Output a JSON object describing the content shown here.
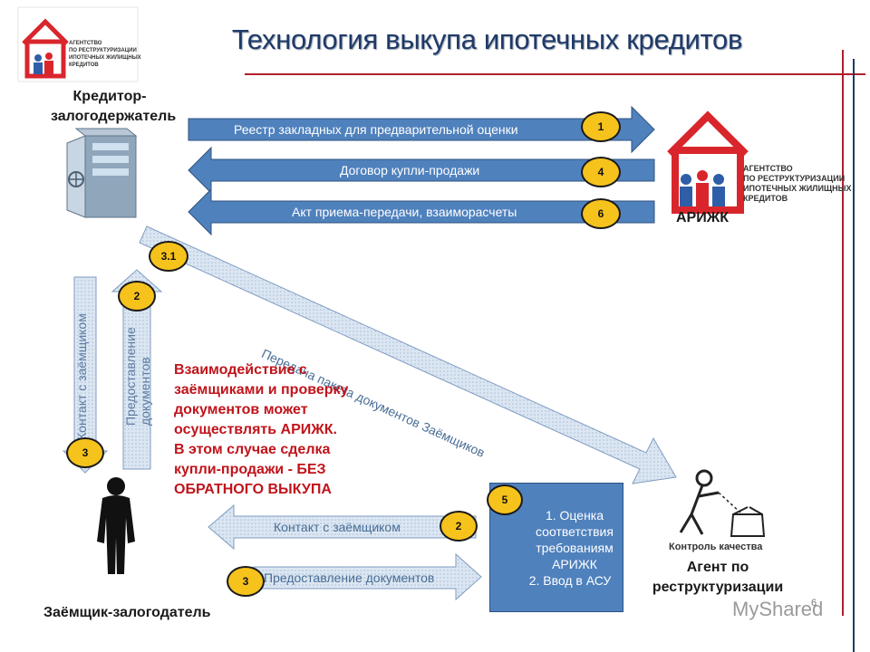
{
  "title": "Технология выкупа ипотечных кредитов",
  "logo_text": [
    "АГЕНТСТВО",
    "ПО РЕСТРУКТУРИЗАЦИИ",
    "ИПОТЕЧНЫХ ЖИЛИЩНЫХ",
    "КРЕДИТОВ"
  ],
  "actors": {
    "creditor_line1": "Кредитор-",
    "creditor_line2": "залогодержатель",
    "arizhk": "АРИЖК",
    "agent_line1": "Агент по",
    "agent_line2": "реструктуризации",
    "borrower": "Заёмщик-залогодатель",
    "quality_control": "Контроль качества"
  },
  "flows": {
    "registry": "Реестр закладных для предварительной оценки",
    "contract": "Договор купли-продажи",
    "act": "Акт приема-передачи, взаиморасчеты",
    "package": "Передача пакета документов Заёмщиков",
    "contact_vertical": "Контакт с заёмщиком",
    "docs_vertical": "Предоставление документов",
    "contact_bottom": "Контакт с заёмщиком",
    "docs_bottom": "Предоставление документов"
  },
  "badges": {
    "b1": "1",
    "b4": "4",
    "b6": "6",
    "b31": "3.1",
    "b2_left": "2",
    "b3_left": "3",
    "b5": "5",
    "b2_bottom": "2",
    "b3_bottom": "3"
  },
  "note_lines": [
    "Взаимодействие с",
    "заёмщиками и проверку",
    "документов может",
    "осуществлять АРИЖК.",
    "В этом случае сделка",
    "купли-продажи - БЕЗ",
    "ОБРАТНОГО ВЫКУПА"
  ],
  "box5_items": [
    "1.  Оценка соответствия требованиям АРИЖК",
    "2.  Ввод в АСУ"
  ],
  "watermark": "MyShared",
  "page_number": "6",
  "colors": {
    "arrow_fill": "#4f81bd",
    "arrow_light": "#d6e3f1",
    "badge": "#f6c21c",
    "note": "#c0141b",
    "title": "#1f3a68",
    "logo_red": "#d9262c"
  }
}
